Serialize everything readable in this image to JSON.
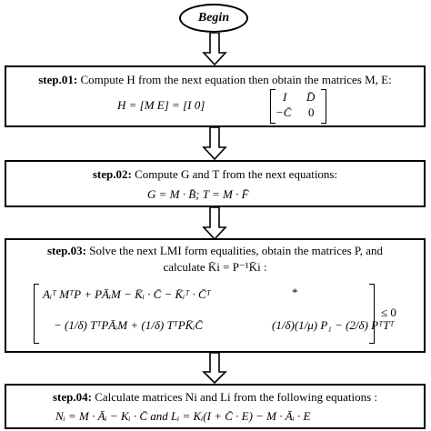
{
  "begin_label": "Begin",
  "steps": [
    {
      "label": "step.01:",
      "text": " Compute H from the next equation then obtain the matrices M, E:",
      "equation": "H = [M    E] = [I    0]",
      "matrix": [
        "I",
        "D̄",
        "−C̄",
        "0"
      ]
    },
    {
      "label": "step.02:",
      "text": " Compute G and T from the next equations:",
      "equation": "G = M · B̄;  T = M · F̄"
    },
    {
      "label": "step.03:",
      "text": " Solve the next LMI form equalities, obtain the matrices P, and",
      "text2": "calculate  K̄i = P⁻¹K̄i :",
      "lmi_row1": "Aᵢᵀ MᵀP + PĀᵢM − K̄ᵢ · C̄ − K̄ᵢᵀ · C̄ᵀ",
      "lmi_star": "*",
      "lmi_row2a": "− (1/δ) TᵀPĀᵢM + (1/δ) TᵀPK̄ᵢC̄",
      "lmi_row2b": "(1/δ)(1/μ) P₁ − (2/δ) PᵀTᵀ",
      "lmi_rhs": "≤ 0"
    },
    {
      "label": "step.04:",
      "text": " Calculate matrices Ni and Li from the following equations :",
      "equation": "Nᵢ = M · Āᵢ − Kᵢ · C̄  and  Lᵢ = Kᵢ(I + C̄ · E) − M · Āᵢ · E"
    }
  ]
}
